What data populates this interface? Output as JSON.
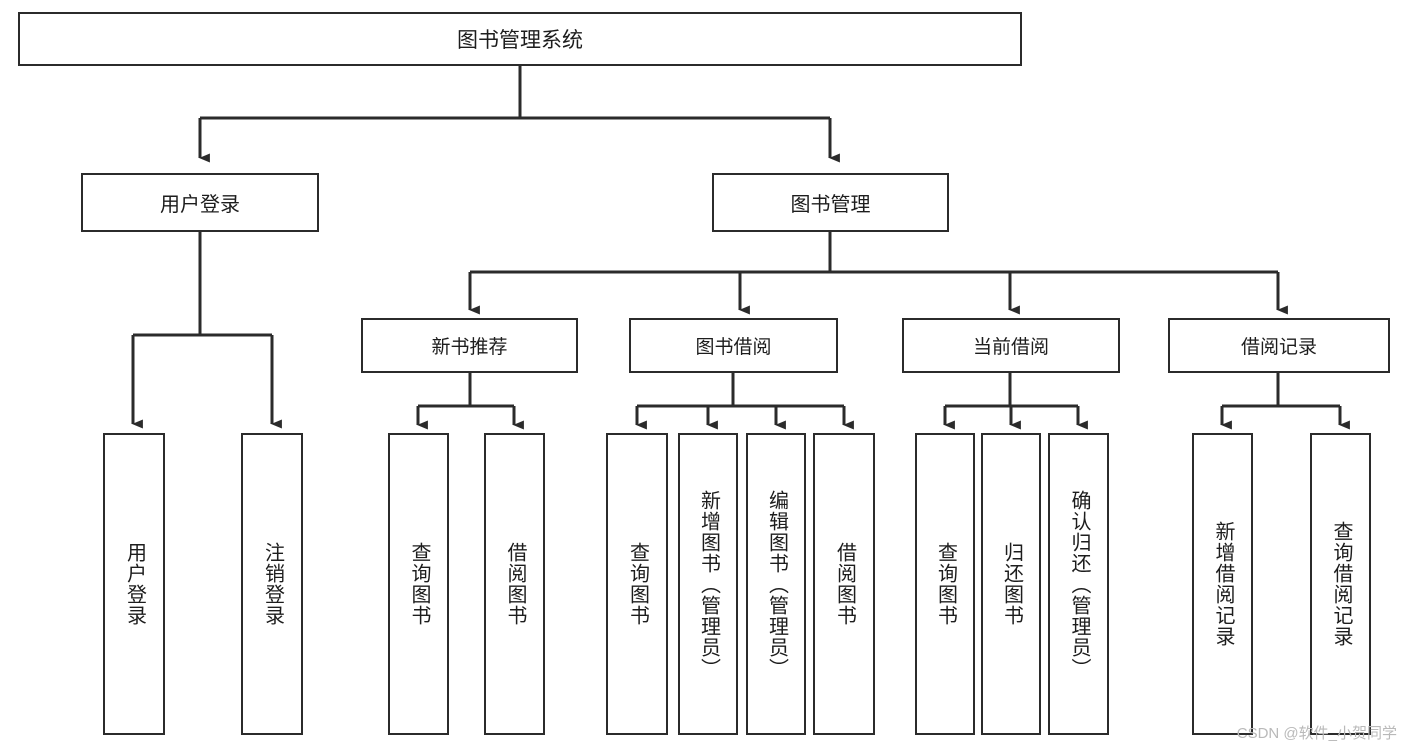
{
  "diagram": {
    "title": "图书管理系统",
    "type": "functional-structure-tree",
    "watermark": "CSDN @软件_小贺同学",
    "colors": {
      "box_border": "#2b2b2b",
      "box_fill": "#ffffff",
      "edge": "#2b2b2b",
      "text": "#1d1d1d",
      "watermark": "#b9b9b9",
      "background": "#ffffff"
    },
    "nodes": {
      "root": {
        "label": "图书管理系统"
      },
      "level1": [
        {
          "id": "user-login",
          "label": "用户登录"
        },
        {
          "id": "book-manage",
          "label": "图书管理"
        }
      ],
      "level2": [
        {
          "id": "new-book-recommend",
          "label": "新书推荐"
        },
        {
          "id": "book-borrow",
          "label": "图书借阅"
        },
        {
          "id": "current-borrow",
          "label": "当前借阅"
        },
        {
          "id": "borrow-record",
          "label": "借阅记录"
        }
      ],
      "leaves": {
        "user_login": [
          {
            "id": "leaf-user-login",
            "label": "用户登录"
          },
          {
            "id": "leaf-user-logout",
            "label": "注销登录"
          }
        ],
        "new_book_recommend": [
          {
            "id": "leaf-query-book-1",
            "label": "查询图书"
          },
          {
            "id": "leaf-borrow-book-1",
            "label": "借阅图书"
          }
        ],
        "book_borrow": [
          {
            "id": "leaf-query-book-2",
            "label": "查询图书"
          },
          {
            "id": "leaf-add-book",
            "label": "新增图书（管理员）"
          },
          {
            "id": "leaf-edit-book",
            "label": "编辑图书（管理员）"
          },
          {
            "id": "leaf-borrow-book-2",
            "label": "借阅图书"
          }
        ],
        "current_borrow": [
          {
            "id": "leaf-query-book-3",
            "label": "查询图书"
          },
          {
            "id": "leaf-return-book",
            "label": "归还图书"
          },
          {
            "id": "leaf-confirm-return",
            "label": "确认归还（管理员）"
          }
        ],
        "borrow_record": [
          {
            "id": "leaf-add-record",
            "label": "新增借阅记录"
          },
          {
            "id": "leaf-query-record",
            "label": "查询借阅记录"
          }
        ]
      }
    }
  }
}
